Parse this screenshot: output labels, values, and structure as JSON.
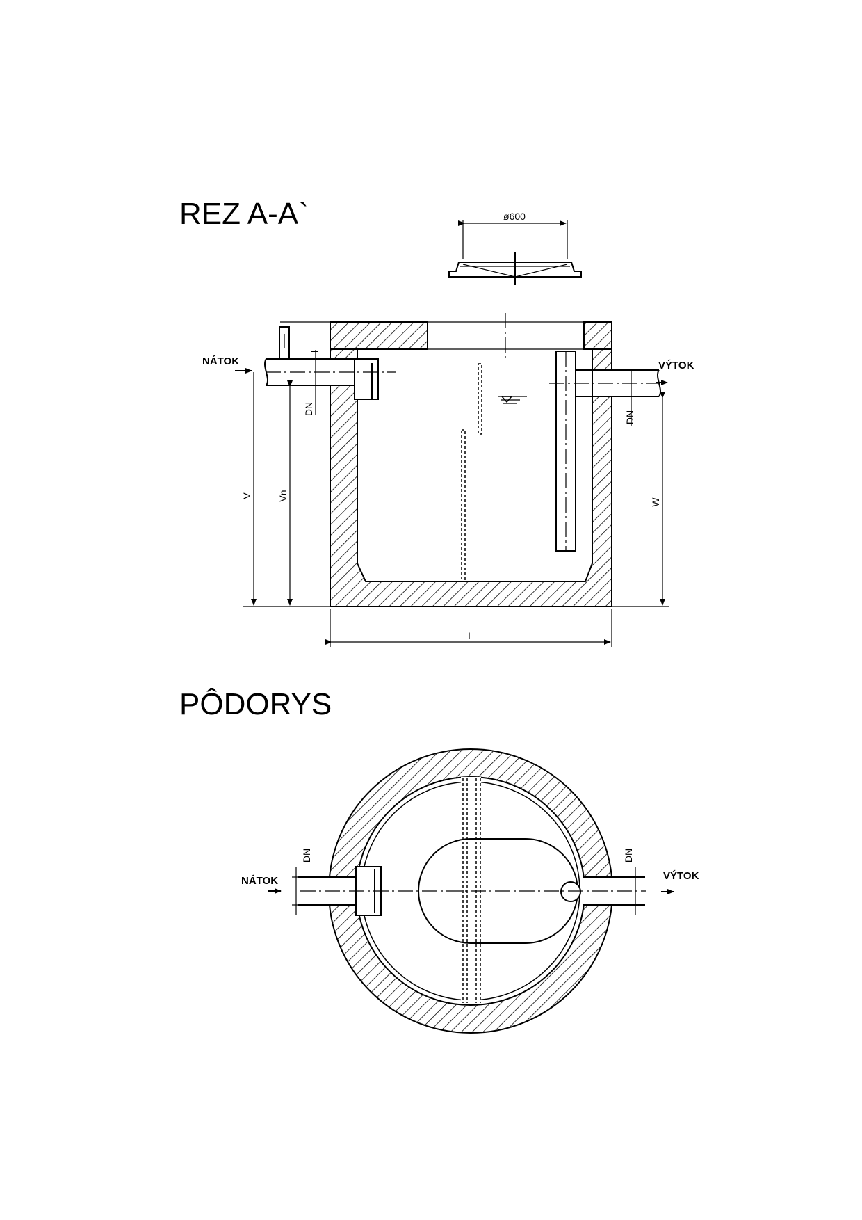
{
  "section": {
    "title": "REZ  A-A`",
    "cover_diameter": "ø600",
    "inlet_label": "NÁTOK",
    "outlet_label": "VÝTOK",
    "inlet_dn": "DN",
    "outlet_dn": "DN",
    "dim_v": "V",
    "dim_vn": "Vn",
    "dim_w": "W",
    "dim_l": "L"
  },
  "plan": {
    "title": "PÔDORYS",
    "inlet_label": "NÁTOK",
    "outlet_label": "VÝTOK",
    "inlet_dn": "DN",
    "outlet_dn": "DN"
  }
}
